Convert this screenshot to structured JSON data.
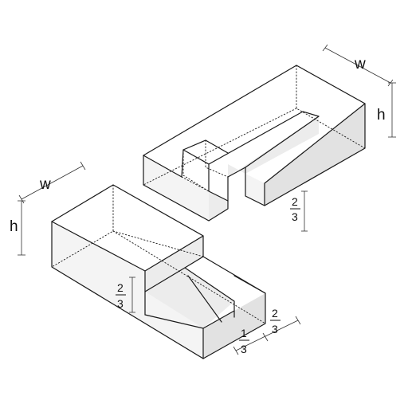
{
  "labels": {
    "top_width": "w",
    "top_height": "h",
    "top_depth_num": "2",
    "top_depth_den": "3",
    "bottom_width": "w",
    "bottom_height": "h",
    "bottom_step_num": "2",
    "bottom_step_den": "3",
    "bottom_right_num": "2",
    "bottom_right_den": "3",
    "bottom_small_num": "1",
    "bottom_small_den": "3"
  }
}
